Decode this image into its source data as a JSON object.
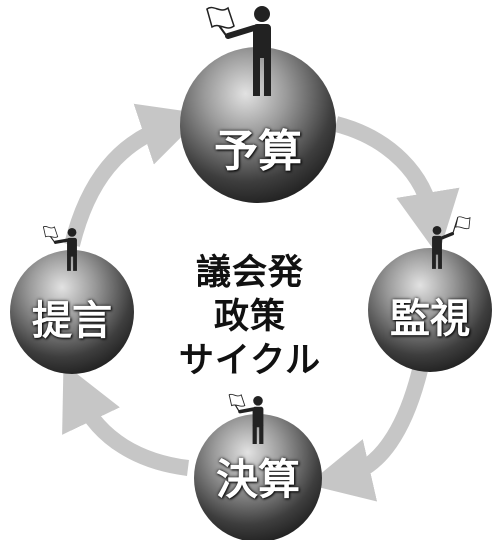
{
  "center_title": {
    "line1": "議会発",
    "line2": "政策",
    "line3": "サイクル"
  },
  "stages": {
    "budget": "予算",
    "monitoring": "監視",
    "settlement": "決算",
    "proposal": "提言"
  },
  "colors": {
    "arrow": "#c6c6c6",
    "sphere_dark": "#2c2c2c",
    "sphere_light": "#d8d8d8",
    "figure": "#222222",
    "text_dark": "#111111"
  },
  "icons": [
    "person-with-flag-icon",
    "circular-arrow-icon"
  ]
}
